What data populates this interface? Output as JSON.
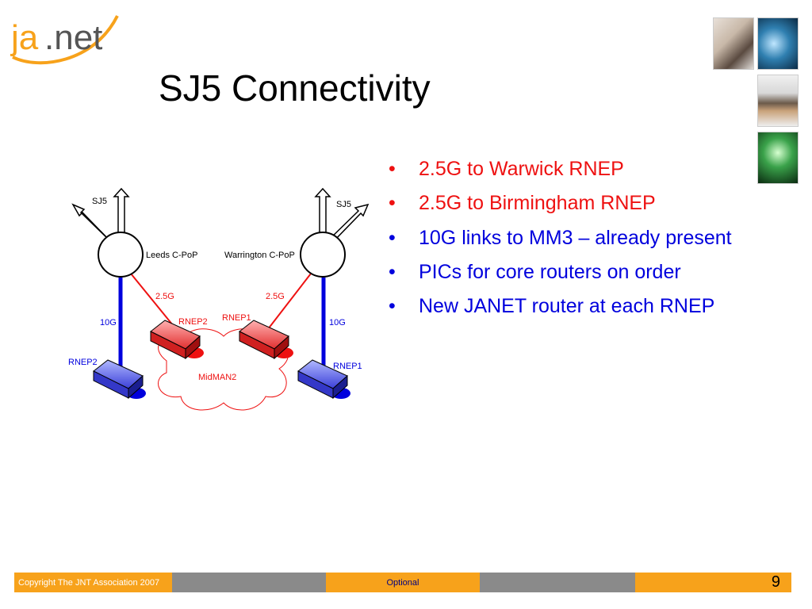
{
  "logo": {
    "text_left": "ja",
    "text_right": ".net"
  },
  "title": "SJ5 Connectivity",
  "diagram": {
    "left_uplink": "SJ5",
    "right_uplink": "SJ5",
    "left_pop": "Leeds C-PoP",
    "right_pop": "Warrington C-PoP",
    "left_red_link": "2.5G",
    "right_red_link": "2.5G",
    "left_blue_link": "10G",
    "right_blue_link": "10G",
    "left_red_router": "RNEP2",
    "right_red_router": "RNEP1",
    "left_blue_router": "RNEP2",
    "right_blue_router": "RNEP1",
    "cloud": "MidMAN2"
  },
  "bullets": [
    {
      "text": "2.5G to Warwick RNEP",
      "color": "#ee1111"
    },
    {
      "text": "2.5G to Birmingham RNEP",
      "color": "#ee1111"
    },
    {
      "text": "10G links to MM3 – already present",
      "color": "#0000dd"
    },
    {
      "text": "PICs for core routers on order",
      "color": "#0000dd"
    },
    {
      "text": "New JANET router at each RNEP",
      "color": "#0000dd"
    }
  ],
  "footer": {
    "copyright": "Copyright The JNT Association 2007",
    "center": "Optional",
    "page_number": "9"
  },
  "colors": {
    "orange": "#f7a21b",
    "grey": "#8a8a8a",
    "red_link": "#ee1111",
    "blue_link": "#0000dd"
  }
}
